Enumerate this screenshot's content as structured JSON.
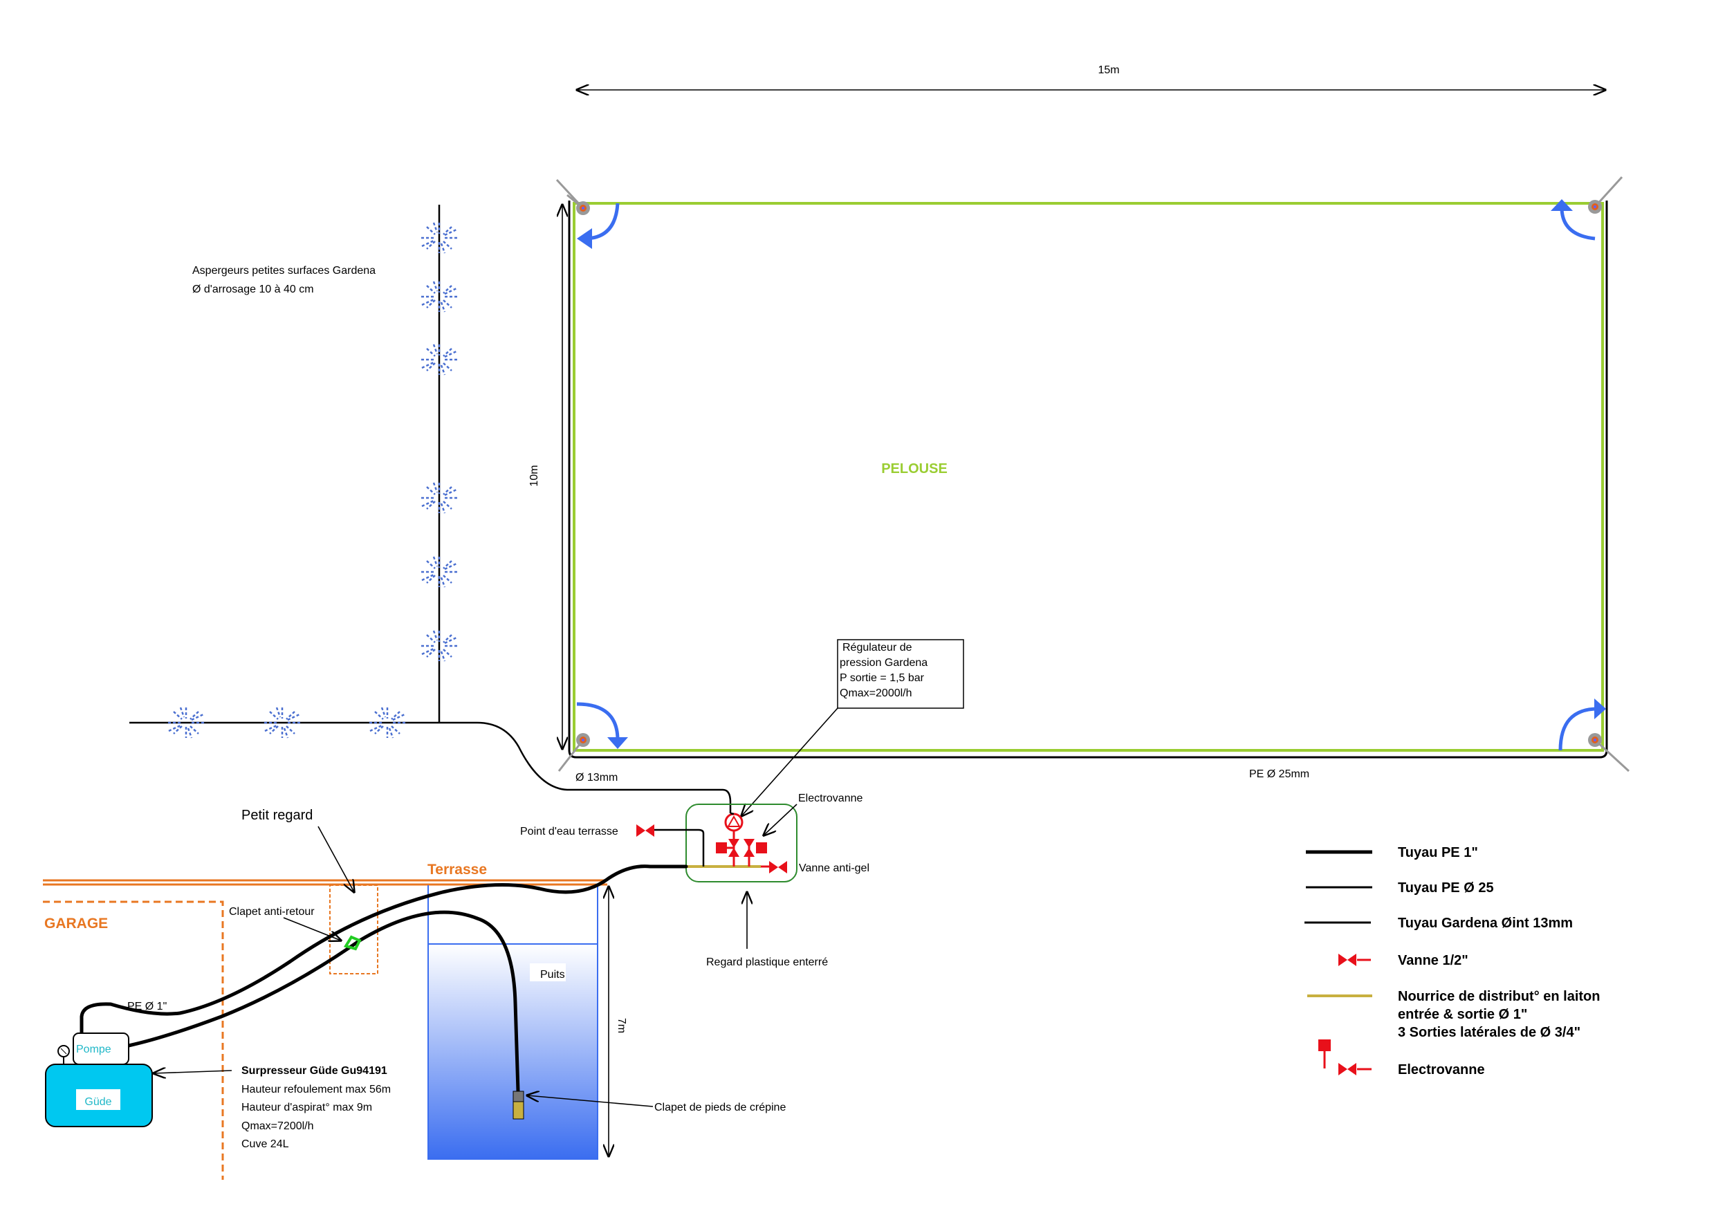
{
  "dimensions": {
    "width": "15m",
    "height": "10m",
    "well_depth": "7m"
  },
  "lawn": {
    "label": "PELOUSE",
    "color": "#9ACD32"
  },
  "sprinklers_note": {
    "line1": "Aspergeurs petites surfaces Gardena",
    "line2": "Ø d'arrosage 10 à 40 cm"
  },
  "pipe_labels": {
    "gardena": "Ø 13mm",
    "pe25": "PE Ø 25mm",
    "pe1": "PE Ø 1\""
  },
  "regulator": {
    "lines": [
      "Régulateur de",
      "pression Gardena",
      "P sortie = 1,5 bar",
      "Qmax=2000l/h"
    ]
  },
  "regard": {
    "electrovanne": "Electrovanne",
    "point_eau": "Point d'eau terrasse",
    "vanne_antigel": "Vanne anti-gel",
    "regard_label": "Regard plastique enterré"
  },
  "zones": {
    "terrasse": "Terrasse",
    "garage": "GARAGE",
    "petit_regard": "Petit regard",
    "clapet": "Clapet anti-retour",
    "puits": "Puits"
  },
  "pump": {
    "pompe": "Pompe",
    "brand": "Güde",
    "title": "Surpresseur Güde Gu94191",
    "specs": [
      "Hauteur refoulement  max 56m",
      "Hauteur d'aspirat° max 9m",
      "Qmax=7200l/h",
      "Cuve 24L"
    ]
  },
  "strainer": {
    "label": "Clapet de pieds de crépine"
  },
  "legend": {
    "items": [
      {
        "label": "Tuyau PE 1\""
      },
      {
        "label": "Tuyau PE Ø 25"
      },
      {
        "label": "Tuyau Gardena Øint 13mm"
      },
      {
        "label": "Vanne 1/2\""
      },
      {
        "lines": [
          "Nourrice de distribut° en laiton",
          "entrée & sortie Ø 1\"",
          "3 Sorties latérales de Ø 3/4\""
        ]
      },
      {
        "label": "Electrovanne"
      }
    ]
  },
  "colors": {
    "orange": "#E87722",
    "valve_red": "#E8101A",
    "water_blue": "#3A6DF0",
    "tank_cyan": "#00C8F0",
    "brass": "#C8B040",
    "regard_green": "#2E8B2E"
  }
}
